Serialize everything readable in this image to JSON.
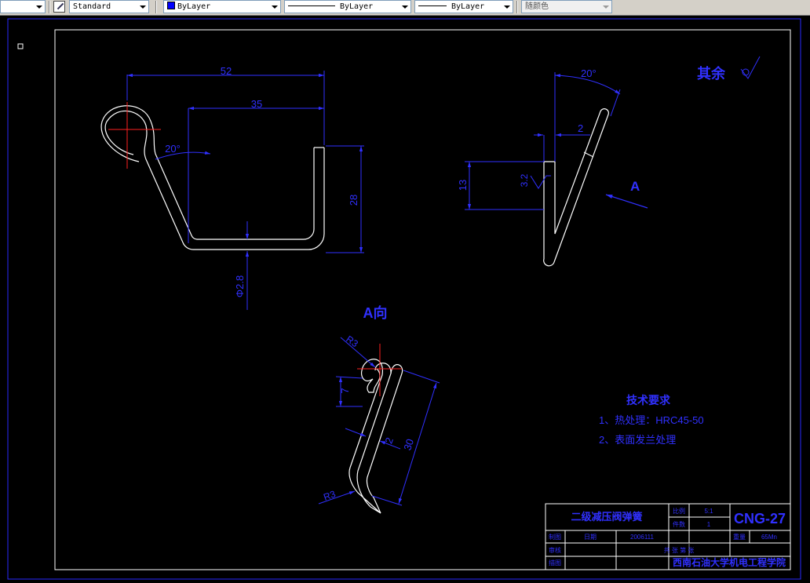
{
  "toolbar": {
    "textstyle": "Standard",
    "layer": "ByLayer",
    "linetype": "ByLayer",
    "lineweight": "ByLayer",
    "color": "随颜色"
  },
  "drawing": {
    "dim_52": "52",
    "dim_35": "35",
    "dim_28": "28",
    "dim_dia": "Φ2.8",
    "dim_20a": "20°",
    "dim_20b": "20°",
    "dim_2a": "2",
    "dim_13": "13",
    "rough_32": "3.2",
    "arrow_A": "A",
    "other_rough": "其余",
    "view_A": "A向",
    "dim_R3a": "R3",
    "dim_7": "7",
    "dim_2b": "2",
    "dim_30": "30",
    "dim_R3b": "R3"
  },
  "notes": {
    "title": "技术要求",
    "line1": "1、热处理：HRC45-50",
    "line2": "2、表面发兰处理"
  },
  "title_block": {
    "part_name": "二级减压阀弹簧",
    "drawing_no": "CNG-27",
    "scale_label": "比例",
    "scale_value": "5:1",
    "qty_label": "件数",
    "qty_value": "1",
    "weight_label": "重量",
    "sheet_label": "共 张 第 张",
    "material": "65Mn",
    "designer_label": "制图",
    "checker_label": "审核",
    "drafter_label": "描图",
    "date_label": "日期",
    "school": "西南石油大学机电工程学院",
    "small_code": "2006111"
  }
}
